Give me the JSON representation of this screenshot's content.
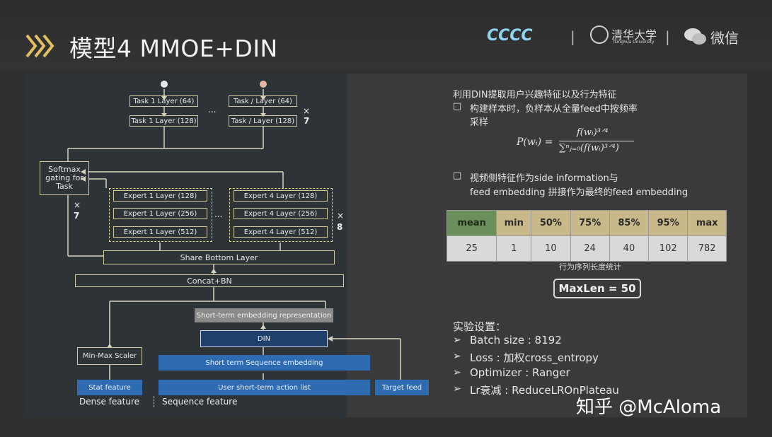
{
  "header": {
    "title": "模型4 MMOE+DIN",
    "logos": [
      "CCCC",
      "清华大学",
      "Tsinghua University",
      "微信"
    ],
    "separators": [
      "|",
      "|"
    ]
  },
  "diagram": {
    "tasks_left": [
      "Task 1 Layer (64)",
      "Task 1 Layer (128)"
    ],
    "tasks_right": [
      "Task / Layer (64)",
      "Task / Layer (128)"
    ],
    "ellipsis": "...",
    "times": "×",
    "seven": "7",
    "eight": "8",
    "softmax": "Softmax gating for Task",
    "experts_left": [
      "Expert 1 Layer (128)",
      "Expert 1 Layer (256)",
      "Expert 1 Layer (512)"
    ],
    "experts_right": [
      "Expert 4 Layer (128)",
      "Expert 4 Layer (256)",
      "Expert 4 Layer (512)"
    ],
    "share_bottom": "Share Bottom Layer",
    "concat": "Concat+BN",
    "short_term_rep": "Short-term embedding representation",
    "din": "DIN",
    "short_seq": "Short term Sequence embedding",
    "minmax": "Min-Max Scaler",
    "stat": "Stat feature",
    "user_action": "User short-term action list",
    "target": "Target feed",
    "dense_label": "Dense feature",
    "seq_label": "Sequence feature"
  },
  "right": {
    "heading": "利用DIN提取用户兴趣特征以及行为特征",
    "bullet1_a": "构建样本时，负样本从全量feed中按频率",
    "bullet1_b": "采样",
    "bullet_mark": "□",
    "formula_lhs": "P(wᵢ) =",
    "formula_num": "f(wᵢ)³ᐟ⁴",
    "formula_den": "∑ⁿⱼ₌₀(f(wᵢ)³ᐟ⁴)",
    "bullet2_a": "视频侧特征作为side information与",
    "bullet2_b": "feed embedding 拼接作为最终的feed embedding",
    "table_headers": [
      "mean",
      "min",
      "50%",
      "75%",
      "85%",
      "95%",
      "max"
    ],
    "table_values": [
      "25",
      "1",
      "10",
      "24",
      "40",
      "102",
      "782"
    ],
    "table_caption": "行为序列长度统计",
    "maxlen": "MaxLen = 50",
    "settings_title": "实验设置：",
    "settings": [
      "Batch size : 8192",
      "Loss : 加权cross_entropy",
      "Optimizer : Ranger",
      "Lr衰减 : ReduceLROnPlateau"
    ],
    "arrow": "➢"
  },
  "watermark": "知乎 @McAloma",
  "colors": {
    "header_colors": [
      "#3a3a3a",
      "#e0d48a"
    ],
    "green": "#6b8f5b",
    "tan": "#c9b98a",
    "blue": "#2e6bb0"
  }
}
